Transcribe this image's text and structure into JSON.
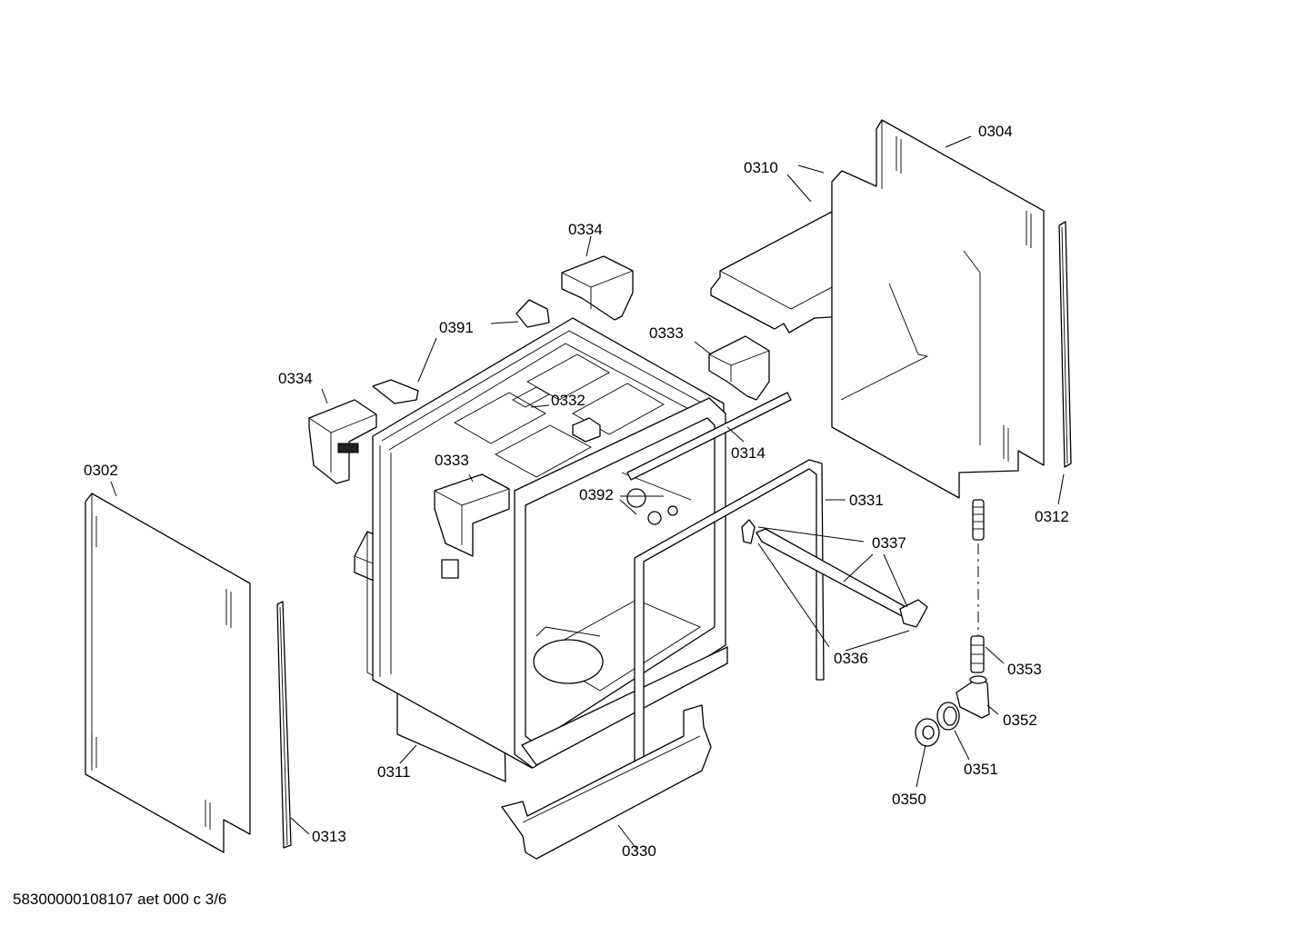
{
  "labels": {
    "p0302": "0302",
    "p0304": "0304",
    "p0310": "0310",
    "p0311": "0311",
    "p0312": "0312",
    "p0313": "0313",
    "p0314": "0314",
    "p0330": "0330",
    "p0331": "0331",
    "p0332": "0332",
    "p0333a": "0333",
    "p0333b": "0333",
    "p0334a": "0334",
    "p0334b": "0334",
    "p0336": "0336",
    "p0337": "0337",
    "p0350": "0350",
    "p0351": "0351",
    "p0352": "0352",
    "p0353": "0353",
    "p0391": "0391",
    "p0392": "0392"
  },
  "footer": "58300000108107 aet 000 c 3/6"
}
